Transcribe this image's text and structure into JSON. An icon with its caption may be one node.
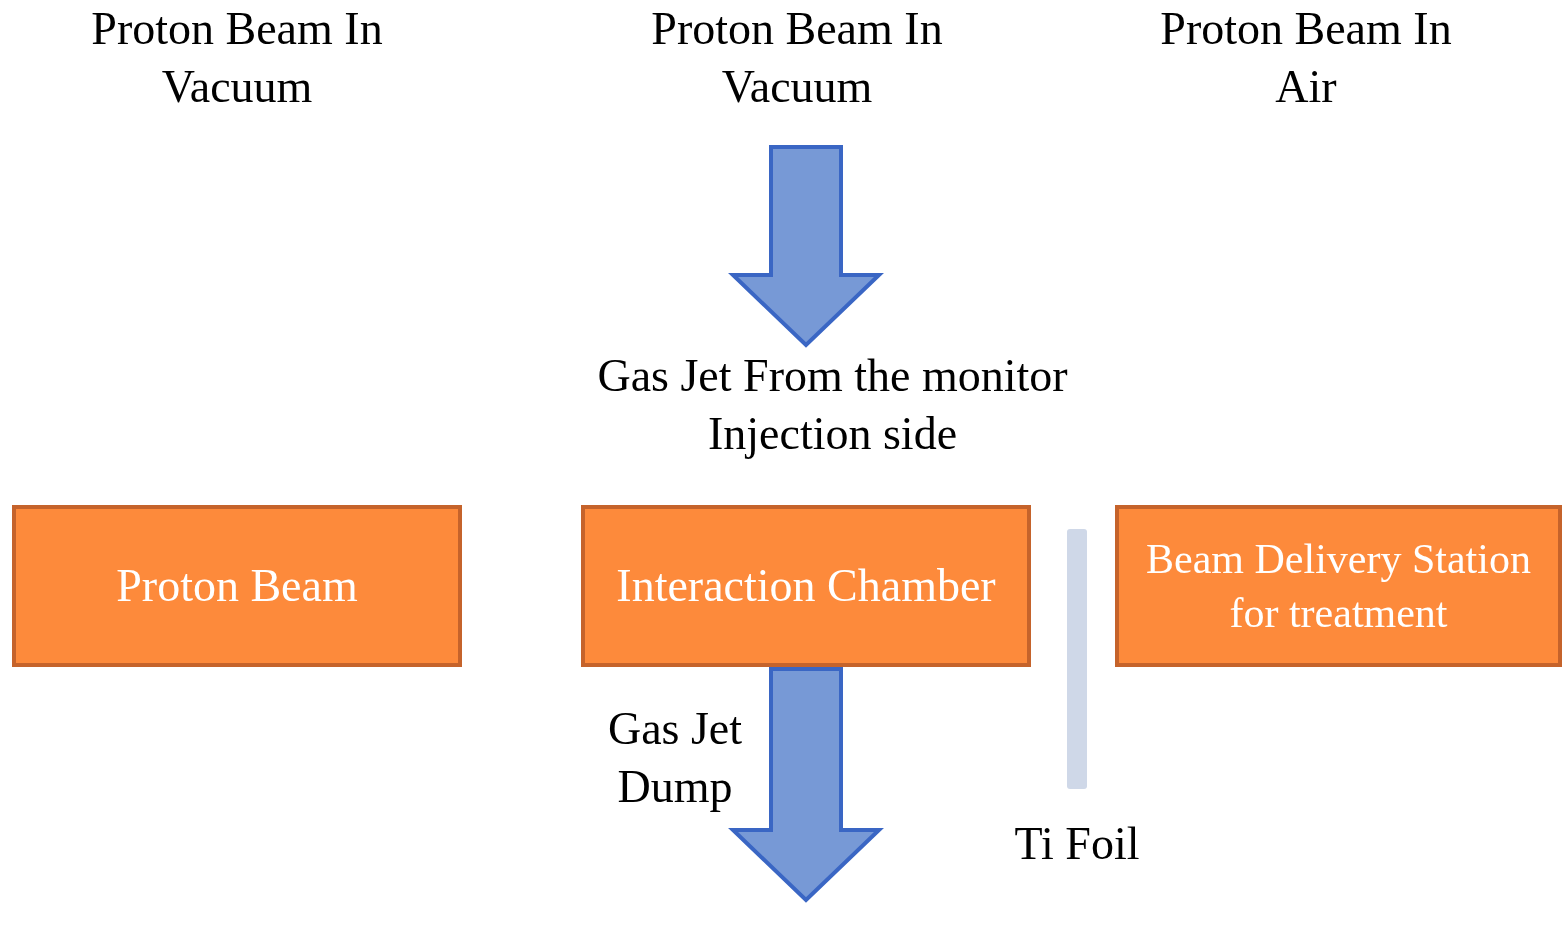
{
  "diagram": {
    "nodes": [
      {
        "text": [
          "Proton Beam"
        ]
      },
      {
        "text": [
          "Interaction Chamber"
        ]
      },
      {
        "text": [
          "Beam Delivery Station for treatment"
        ]
      },
      {
        "text": [],
        "shape": "bar",
        "beside": [
          "Ti Foil"
        ]
      },
      {
        "text": [
          "Gas Jet From the monitor Injection side"
        ]
      }
    ],
    "edges": [
      {
        "from": null,
        "to": 4,
        "arrow": "to",
        "style": "thick"
      },
      {
        "from": 1,
        "to": null,
        "arrow": "to",
        "style": "thick",
        "label": "Gas Jet Dump"
      }
    ],
    "labels": [
      "Proton Beam In Vacuum",
      "Proton Beam In Vacuum",
      "Proton Beam In Air"
    ]
  }
}
